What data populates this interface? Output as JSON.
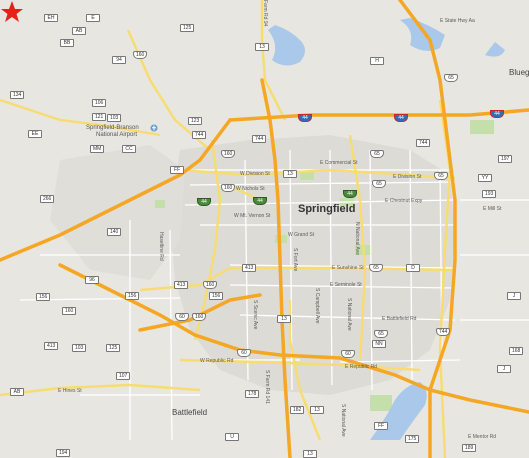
{
  "map": {
    "city": "Springfield",
    "poi": [
      "Springfield-Branson",
      "National Airport"
    ],
    "towns": [
      "Battlefield",
      "Bluegra"
    ],
    "marker_color": "#e8201a",
    "colors": {
      "highway": "#f5a623",
      "major_road": "#f7dc6f",
      "water": "#a9c8ea",
      "park": "#c4dfaa",
      "urban": "#dddbd5",
      "land": "#e8e6e0"
    },
    "marker_icon": "star-icon",
    "airport_icon": "airport-icon",
    "streets": {
      "e_state_hwy_aa": "E State Hwy Aa",
      "w_division": "W Division St",
      "e_commercial": "E Commercial St",
      "e_division": "E Division St",
      "w_nichols": "W Nichols St",
      "w_mt_vernon": "W Mt. Vernon St",
      "e_chestnut": "E Chestnut Expy",
      "e_mill": "E Mill St",
      "w_grand": "W Grand St",
      "e_sunshine": "E Sunshine St",
      "e_seminole": "E Seminole St",
      "e_battlefield": "E Battlefield Rd",
      "w_republic": "W Republic Rd",
      "e_republic": "E Republic Rd",
      "e_hines": "E Hines St",
      "e_mentor": "E Mentor Rd",
      "haseltine": "Haseltine Rd",
      "s_fort": "S Fort Ave",
      "s_scenic": "S Scenic Ave",
      "s_campbell": "S Campbell Ave",
      "s_national": "S National Ave",
      "s_national_rd": "S National Ave",
      "s_farm": "S Farm Rd 141",
      "s_national_2": "S National Ave",
      "n_national": "N National Ave",
      "farm_rd": "Farm Rd 94"
    },
    "shields": {
      "r_eh": "EH",
      "r_ab": "AB",
      "r_bb": "BB",
      "r_e": "E",
      "r_94": "94",
      "r_160a": "160",
      "r_125": "125",
      "r_13top": "13",
      "r_h": "H",
      "r_65n": "65",
      "r_134": "134",
      "r_106": "106",
      "r_121": "121",
      "r_103": "103",
      "r_123": "123",
      "r_ee": "EE",
      "r_mm": "MM",
      "r_cc": "CC",
      "r_744a": "744",
      "r_744b": "744",
      "r_44a": "44",
      "r_44b": "44",
      "r_44c": "44",
      "r_ff": "FF",
      "r_160b": "160",
      "r_160c": "160",
      "r_13a": "13",
      "r_13b": "13",
      "r_65a": "65",
      "r_266": "266",
      "r_140": "140",
      "r_413a": "413",
      "r_413b": "413",
      "r_160d": "160",
      "r_156a": "156",
      "r_156b": "156",
      "r_156c": "156",
      "r_160e": "160",
      "r_96": "96",
      "r_160f": "160",
      "r_65b": "65",
      "r_65c": "65",
      "r_13c": "13",
      "r_60a": "60",
      "r_60b": "60",
      "r_60c": "60",
      "r_65d": "65",
      "r_125b": "125",
      "r_d": "D",
      "r_j": "J",
      "r_yy": "YY",
      "r_197": "197",
      "r_193": "193",
      "r_nn": "NN",
      "r_j2": "J",
      "r_168": "168",
      "r_107": "107",
      "r_413c": "413",
      "r_ab2": "AB",
      "r_178": "178",
      "r_182": "182",
      "r_13d": "13",
      "r_ff2": "FF",
      "r_175": "175",
      "r_189": "189",
      "r_194": "194",
      "r_13e": "13",
      "r_u": "U",
      "r_i44a": "44",
      "r_i44b": "44",
      "r_i44c": "44",
      "r_744c": "744",
      "r_65e": "65",
      "r_744d": "744"
    }
  }
}
